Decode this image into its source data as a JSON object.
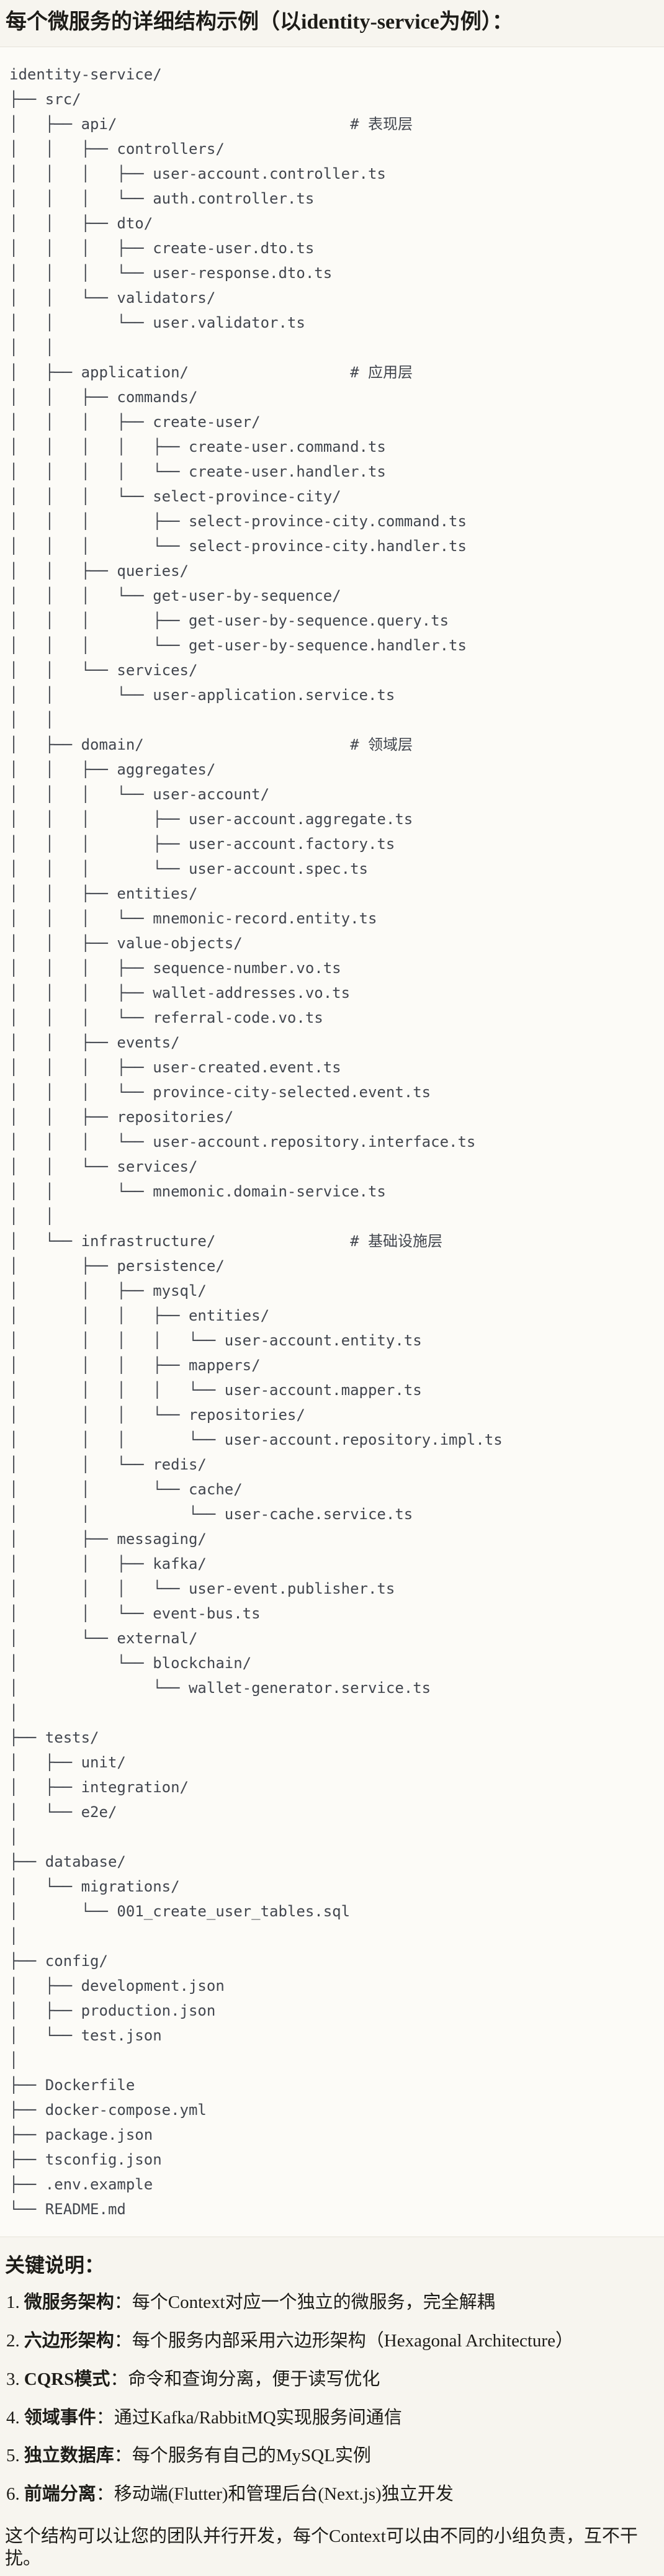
{
  "page": {
    "title": "每个微服务的详细结构示例（以identity-service为例）："
  },
  "colors": {
    "page_bg": "#f7f5ef",
    "code_bg": "#fcfbf7",
    "border": "#e6e3da",
    "tree_text": "#42464e",
    "body_text": "#1d1c18"
  },
  "code_block": {
    "lines": [
      "identity-service/",
      "├── src/",
      "│   ├── api/                          # 表现层",
      "│   │   ├── controllers/",
      "│   │   │   ├── user-account.controller.ts",
      "│   │   │   └── auth.controller.ts",
      "│   │   ├── dto/",
      "│   │   │   ├── create-user.dto.ts",
      "│   │   │   └── user-response.dto.ts",
      "│   │   └── validators/",
      "│   │       └── user.validator.ts",
      "│   │",
      "│   ├── application/                  # 应用层",
      "│   │   ├── commands/",
      "│   │   │   ├── create-user/",
      "│   │   │   │   ├── create-user.command.ts",
      "│   │   │   │   └── create-user.handler.ts",
      "│   │   │   └── select-province-city/",
      "│   │   │       ├── select-province-city.command.ts",
      "│   │   │       └── select-province-city.handler.ts",
      "│   │   ├── queries/",
      "│   │   │   └── get-user-by-sequence/",
      "│   │   │       ├── get-user-by-sequence.query.ts",
      "│   │   │       └── get-user-by-sequence.handler.ts",
      "│   │   └── services/",
      "│   │       └── user-application.service.ts",
      "│   │",
      "│   ├── domain/                       # 领域层",
      "│   │   ├── aggregates/",
      "│   │   │   └── user-account/",
      "│   │   │       ├── user-account.aggregate.ts",
      "│   │   │       ├── user-account.factory.ts",
      "│   │   │       └── user-account.spec.ts",
      "│   │   ├── entities/",
      "│   │   │   └── mnemonic-record.entity.ts",
      "│   │   ├── value-objects/",
      "│   │   │   ├── sequence-number.vo.ts",
      "│   │   │   ├── wallet-addresses.vo.ts",
      "│   │   │   └── referral-code.vo.ts",
      "│   │   ├── events/",
      "│   │   │   ├── user-created.event.ts",
      "│   │   │   └── province-city-selected.event.ts",
      "│   │   ├── repositories/",
      "│   │   │   └── user-account.repository.interface.ts",
      "│   │   └── services/",
      "│   │       └── mnemonic.domain-service.ts",
      "│   │",
      "│   └── infrastructure/               # 基础设施层",
      "│       ├── persistence/",
      "│       │   ├── mysql/",
      "│       │   │   ├── entities/",
      "│       │   │   │   └── user-account.entity.ts",
      "│       │   │   ├── mappers/",
      "│       │   │   │   └── user-account.mapper.ts",
      "│       │   │   └── repositories/",
      "│       │   │       └── user-account.repository.impl.ts",
      "│       │   └── redis/",
      "│       │       └── cache/",
      "│       │           └── user-cache.service.ts",
      "│       ├── messaging/",
      "│       │   ├── kafka/",
      "│       │   │   └── user-event.publisher.ts",
      "│       │   └── event-bus.ts",
      "│       └── external/",
      "│           └── blockchain/",
      "│               └── wallet-generator.service.ts",
      "│",
      "├── tests/",
      "│   ├── unit/",
      "│   ├── integration/",
      "│   └── e2e/",
      "│",
      "├── database/",
      "│   └── migrations/",
      "│       └── 001_create_user_tables.sql",
      "│",
      "├── config/",
      "│   ├── development.json",
      "│   ├── production.json",
      "│   └── test.json",
      "│",
      "├── Dockerfile",
      "├── docker-compose.yml",
      "├── package.json",
      "├── tsconfig.json",
      "├── .env.example",
      "└── README.md"
    ]
  },
  "notes": {
    "heading": "关键说明：",
    "items": [
      {
        "num": "1.",
        "term": "微服务架构",
        "desc": "：每个Context对应一个独立的微服务，完全解耦"
      },
      {
        "num": "2.",
        "term": "六边形架构",
        "desc": "：每个服务内部采用六边形架构（Hexagonal Architecture）"
      },
      {
        "num": "3.",
        "term": "CQRS模式",
        "desc": "：命令和查询分离，便于读写优化"
      },
      {
        "num": "4.",
        "term": "领域事件",
        "desc": "：通过Kafka/RabbitMQ实现服务间通信"
      },
      {
        "num": "5.",
        "term": "独立数据库",
        "desc": "：每个服务有自己的MySQL实例"
      },
      {
        "num": "6.",
        "term": "前端分离",
        "desc": "：移动端(Flutter)和管理后台(Next.js)独立开发"
      }
    ],
    "closing": "这个结构可以让您的团队并行开发，每个Context可以由不同的小组负责，互不干扰。"
  }
}
